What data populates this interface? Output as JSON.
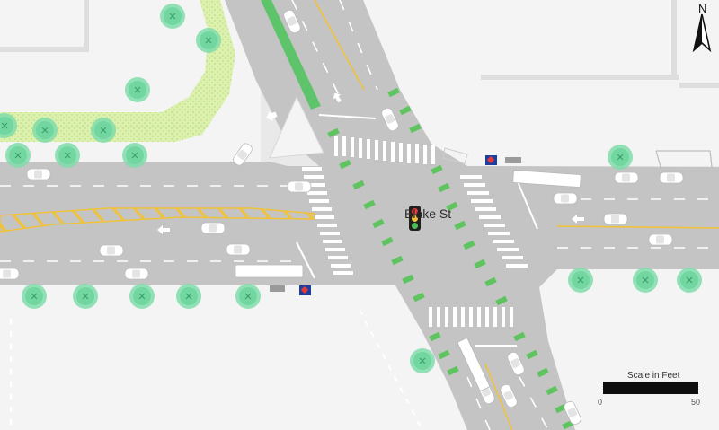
{
  "map": {
    "street_name": "Blake St",
    "north_label": "N",
    "scale": {
      "title": "Scale in Feet",
      "min_label": "0",
      "max_label": "50"
    },
    "colors": {
      "pavement": "#c5c5c5",
      "background": "#e9e9e9",
      "sidewalk": "#f4f4f4",
      "bike_lane": "#5ec46b",
      "green_markings": "#5fc45f",
      "median_hatch": "#f0c23a",
      "tree": "#72d6a0",
      "planting_strip": "#d4ec9e"
    },
    "icons": [
      "north-arrow-icon",
      "traffic-signal-icon",
      "bus-stop-sign-icon",
      "tree-icon",
      "car-icon",
      "bus-icon"
    ]
  }
}
